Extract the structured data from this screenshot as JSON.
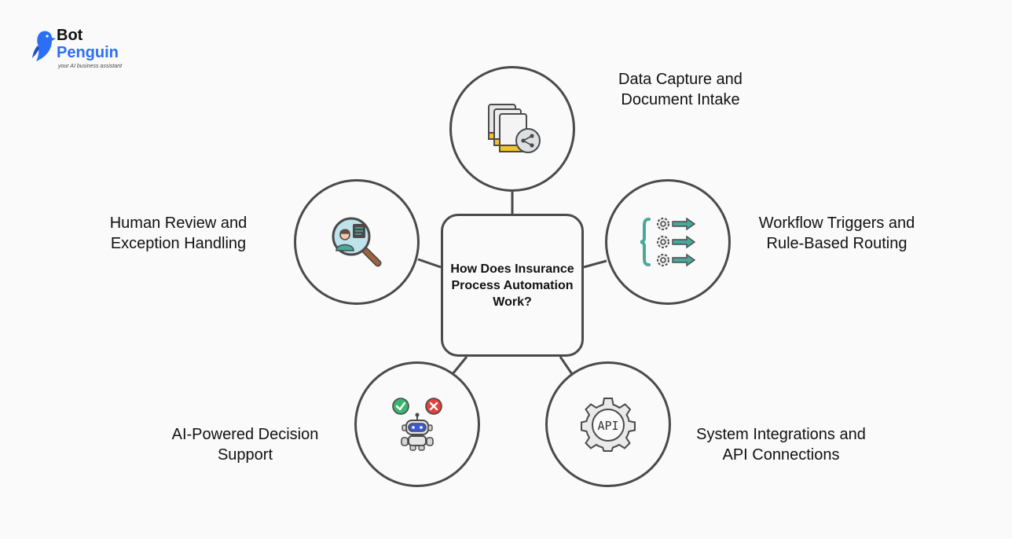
{
  "brand": {
    "name_line1": "Bot",
    "name_line2": "Penguin",
    "tagline": "your AI business assistant",
    "primary_color": "#2b6ff5"
  },
  "center": {
    "title": "How Does Insurance Process Automation Work?"
  },
  "nodes": [
    {
      "id": "data-capture",
      "label_line1": "Data Capture and",
      "label_line2": "Document Intake",
      "icon": "documents-share-icon"
    },
    {
      "id": "workflow-triggers",
      "label_line1": "Workflow Triggers and",
      "label_line2": "Rule-Based Routing",
      "icon": "gears-routing-icon"
    },
    {
      "id": "system-integrations",
      "label_line1": "System Integrations and",
      "label_line2": "API Connections",
      "icon": "api-gear-icon",
      "icon_text": "API"
    },
    {
      "id": "ai-decision",
      "label_line1": "AI-Powered Decision",
      "label_line2": "Support",
      "icon": "robot-decision-icon"
    },
    {
      "id": "human-review",
      "label_line1": "Human Review and",
      "label_line2": "Exception Handling",
      "icon": "magnifier-person-icon"
    }
  ],
  "colors": {
    "stroke": "#4a4a4a",
    "teal": "#4aa89b",
    "yellow": "#f5c12e",
    "check_green": "#3cb46e",
    "cross_red": "#e0413c",
    "robot_blue": "#3a5bd9"
  }
}
